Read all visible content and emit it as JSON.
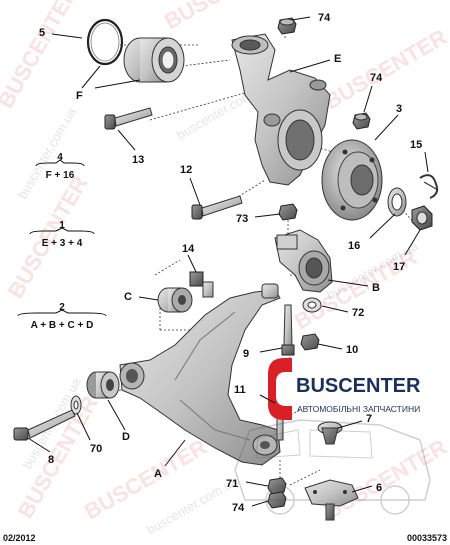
{
  "watermark": {
    "brand": "BUSCENTER",
    "site": "buscenter.com.ua"
  },
  "logo": {
    "name": "BUSCENTER",
    "subtitle": "АВТОМОБІЛЬНІ ЗАПЧАСТИНИ"
  },
  "callouts": {
    "c5": "5",
    "c74a": "74",
    "cE": "E",
    "c74b": "74",
    "c3": "3",
    "cF": "F",
    "c13": "13",
    "c15": "15",
    "c12": "12",
    "c73": "73",
    "c16": "16",
    "c17": "17",
    "c14": "14",
    "cB": "B",
    "cC": "C",
    "c72": "72",
    "c9": "9",
    "c10": "10",
    "c11": "11",
    "c7": "7",
    "c8": "8",
    "c70": "70",
    "cD": "D",
    "cA": "A",
    "c71": "71",
    "c74c": "74",
    "c6": "6"
  },
  "groups": [
    {
      "id": "4",
      "formula": "F + 16"
    },
    {
      "id": "1",
      "formula": "E + 3 + 4"
    },
    {
      "id": "2",
      "formula": "A + B + C + D"
    }
  ],
  "footer": {
    "date": "02/2012",
    "code": "00033573"
  }
}
